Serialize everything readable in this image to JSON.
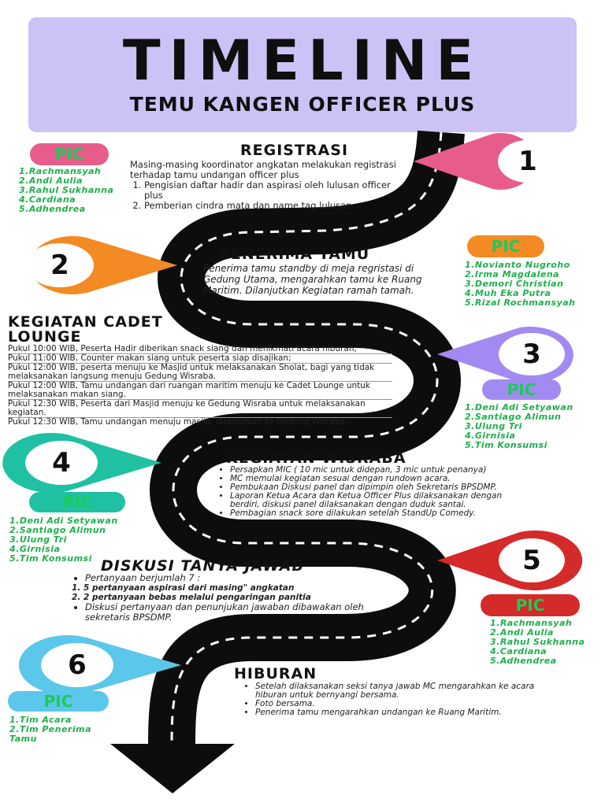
{
  "header": {
    "title": "TIMELINE",
    "subtitle": "TEMU KANGEN OFFICER PLUS"
  },
  "markers": [
    {
      "number": "1",
      "color": "#e85c8c"
    },
    {
      "number": "2",
      "color": "#f48a23"
    },
    {
      "number": "3",
      "color": "#a38af2"
    },
    {
      "number": "4",
      "color": "#1fc1a2"
    },
    {
      "number": "5",
      "color": "#d42a2a"
    },
    {
      "number": "6",
      "color": "#5bc7ea"
    }
  ],
  "colors": {
    "road": "#0d0d0d",
    "pic_text": "#1db04c",
    "header_bg": "#cdc2f5"
  },
  "pic_label": "PIC",
  "sections": {
    "registrasi": {
      "title": "REGISTRASI",
      "intro": "Masing-masing koordinator angkatan melakukan registrasi terhadap tamu undangan officer plus",
      "items": [
        "Pengisian daftar hadir dan aspirasi oleh lulusan officer plus",
        "Pemberian cindra mata dan name tag lulusan"
      ]
    },
    "penerima": {
      "title": "PENERIMA TAMU",
      "text": "Penerima tamu standby di meja regristasi di Gedung Utama, mengarahkan tamu ke Ruang Maritim. Dilanjutkan Kegiatan ramah tamah."
    },
    "lounge": {
      "title": "KEGIATAN CADET LOUNGE",
      "items": [
        "Pukul 10:00 WIB, Peserta Hadir diberikan snack siang dan menikmati acara hiburan;",
        "Pukul 11:00 WIB, Counter makan siang untuk peserta siap disajikan;",
        "Pukul 12:00 WIB, peserta menuju ke Masjid untuk melaksanakan Sholat, bagi yang tidak melaksanakan langsung menuju Gedung Wisraba.",
        "Pukul 12:00 WIB, Tamu undangan dari ruangan maritim menuju ke Cadet Lounge untuk melaksanakan makan siang.",
        "Pukul 12:30 WIB, Peserta dari Masjid menuju ke Gedung Wisraba untuk melaksanakan kegiatan.",
        "Pukul 12:30 WIB, Tamu undangan menuju masjid, dilanjutkan ke Gedung Wisraba"
      ]
    },
    "wisraba": {
      "title": "KEGIATAN WISRABA",
      "items": [
        "Persapkan MIC ( 10 mic untuk didepan, 3 mic untuk penanya)",
        "MC memulai kegiatan sesuai dengan rundown acara.",
        "Pembukaan Diskusi panel  dan dipimpin oleh Sekretaris BPSDMP.",
        "Laporan Ketua Acara dan Ketua Officer Plus dilaksanakan dengan berdiri, diskusi panel dilaksanakan dengan duduk santai.",
        "Pembagian snack sore dilakukan setelah StandUp Comedy."
      ]
    },
    "diskusi": {
      "title": "DISKUSI TANYA JAWAB",
      "line1": "Pertanyaan berjumlah 7 :",
      "sub": [
        "5 pertanyaan aspirasi  dari masing\" angkatan",
        "2 pertanyaan bebas melalui pengaringan panitia"
      ],
      "line2": "Diskusi pertanyaan dan penunjukan jawaban dibawakan oleh sekretaris BPSDMP."
    },
    "hiburan": {
      "title": "HIBURAN",
      "items": [
        "Setelah dilaksanakan seksi tanya jawab MC mengarahkan ke acara hiburan untuk bernyangi bersama.",
        "Foto bersama.",
        "Penerima tamu mengarahkan undangan ke Ruang Maritim."
      ]
    }
  },
  "pics": {
    "pic1": [
      "1.Rachmansyah",
      "2.Andi Aulia",
      "3.Rahul Sukhanna",
      "4.Cardiana",
      "5.Adhendrea"
    ],
    "pic2": [
      "1.Novianto Nugroho",
      "2.Irma Magdalena",
      "3.Demori Christian",
      "4.Muh Eka Putra",
      "5.Rizal Rochmansyah"
    ],
    "pic3": [
      "1.Deni Adi Setyawan",
      "2.Santiago Alimun",
      "3.Ulung Tri",
      "4.Girnisia",
      "5.Tim Konsumsi"
    ],
    "pic4": [
      "1.Deni Adi Setyawan",
      "2.Santiago Alimun",
      "3.Ulung Tri",
      "4.Girnisia",
      "5.Tim Konsumsi"
    ],
    "pic5": [
      "1.Rachmansyah",
      "2.Andi Aulia",
      "3.Rahul Sukhanna",
      "4.Cardiana",
      "5.Adhendrea"
    ],
    "pic6": [
      "1.Tim Acara",
      "2.Tim Penerima Tamu"
    ]
  }
}
